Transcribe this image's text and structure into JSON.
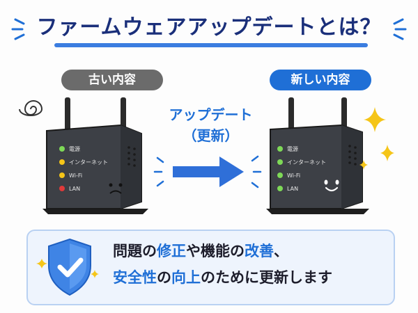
{
  "title": "ファームウェアアップデートとは？",
  "old_label": "古い内容",
  "new_label": "新しい内容",
  "arrow": {
    "line1": "アップデート",
    "line2": "（更新）"
  },
  "router_leds": [
    "電源",
    "インターネット",
    "Wi-Fi",
    "LAN"
  ],
  "colors": {
    "accent": "#1f6fd6",
    "title": "#1a2f7a",
    "led_green": "#7ed957",
    "led_yellow": "#f5c518",
    "led_red": "#e03a3a"
  },
  "icons": [
    "dizzy-swirl-icon",
    "sad-face-icon",
    "smile-face-icon",
    "sparkle-icon",
    "shield-check-icon",
    "right-arrow-icon"
  ],
  "info": {
    "line1": [
      {
        "text": "問題の",
        "hl": false
      },
      {
        "text": "修正",
        "hl": true
      },
      {
        "text": "や機能の",
        "hl": false
      },
      {
        "text": "改善",
        "hl": true
      },
      {
        "text": "、",
        "hl": false
      }
    ],
    "line2": [
      {
        "text": "安全性",
        "hl": true
      },
      {
        "text": "の",
        "hl": false
      },
      {
        "text": "向上",
        "hl": true
      },
      {
        "text": "のために更新します",
        "hl": false
      }
    ]
  }
}
